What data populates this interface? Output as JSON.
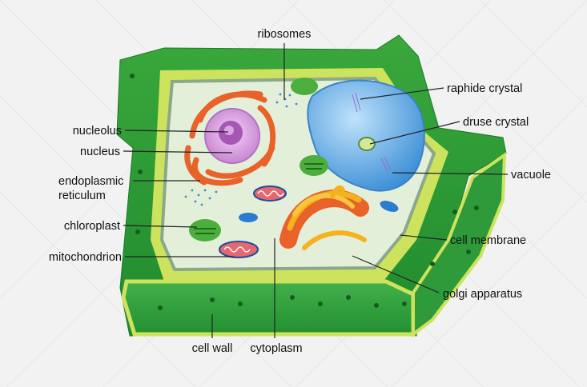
{
  "title": "Plant cell",
  "labels": {
    "ribosomes": "ribosomes",
    "raphide_crystal": "raphide crystal",
    "druse_crystal": "druse crystal",
    "vacuole": "vacuole",
    "cell_membrane": "cell membrane",
    "golgi_apparatus": "golgi apparatus",
    "nucleolus": "nucleolus",
    "nucleus": "nucleus",
    "endoplasmic_reticulum_1": "endoplasmic",
    "endoplasmic_reticulum_2": "reticulum",
    "chloroplast": "chloroplast",
    "mitochondrion": "mitochondrion",
    "cell_wall": "cell wall",
    "cytoplasm": "cytoplasm"
  },
  "colors": {
    "cell_wall": "#3fa63f",
    "wall_band": "#cde35d",
    "cytoplasm": "#e4efd9",
    "vacuole": "#5aa9e6",
    "nucleus": "#d79be0",
    "nucleolus": "#a656b3",
    "er": "#ec6a2a",
    "golgi": "#f5b21c",
    "chloroplast": "#4cae3c",
    "mitochondrion": "#e5676f"
  }
}
